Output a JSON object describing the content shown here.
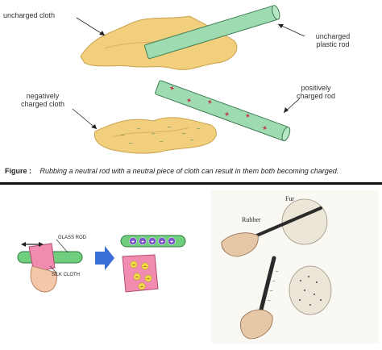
{
  "top_diagram": {
    "label_uncharged_cloth": "uncharged cloth",
    "label_uncharged_rod_1": "uncharged",
    "label_uncharged_rod_2": "plastic rod",
    "label_negative_cloth_1": "negatively",
    "label_negative_cloth_2": "charged cloth",
    "label_positive_rod_1": "positively",
    "label_positive_rod_2": "charged rod",
    "rod_charge_symbol": "+",
    "cloth_charge_symbol": "–",
    "cloth_color": "#f2cf7d",
    "rod_color": "#9fdbb0"
  },
  "caption": {
    "figure_label": "Figure :",
    "text": "Rubbing a neutral rod with a neutral piece of cloth can result in them both becoming charged."
  },
  "bottom_left": {
    "label_glass_rod": "GLASS ROD",
    "label_silk_cloth": "SILK CLOTH",
    "arrow_color": "#3b6fd8"
  },
  "bottom_right": {
    "label_rubber": "Rubber",
    "label_fur": "Fur"
  }
}
